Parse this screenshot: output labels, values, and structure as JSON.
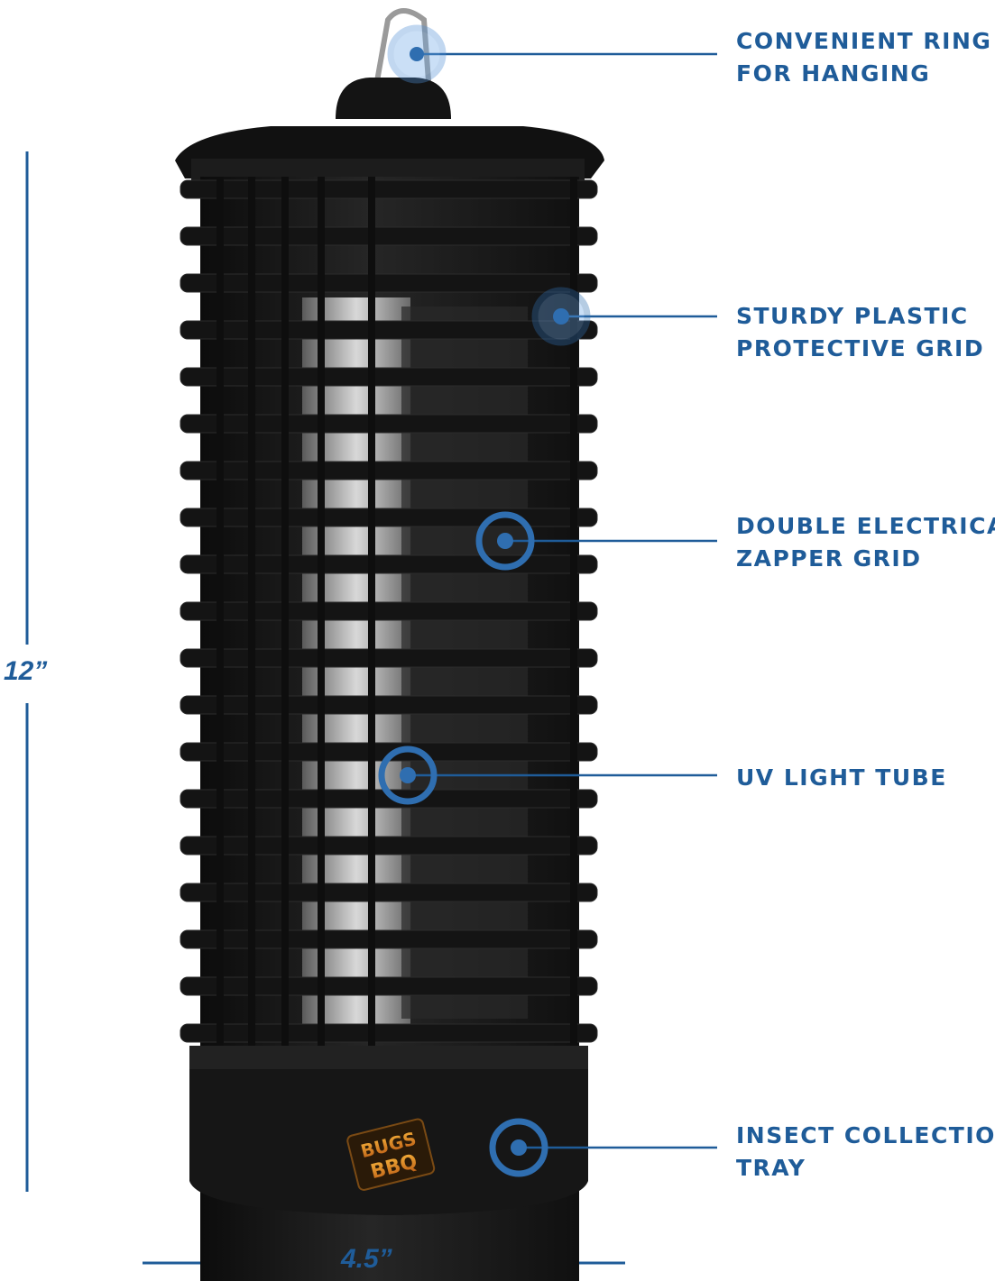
{
  "dimensions": {
    "height_label": "12”",
    "width_label": "4.5”"
  },
  "callouts": [
    {
      "line1": "CONVENIENT RING",
      "line2": "FOR HANGING"
    },
    {
      "line1": "STURDY PLASTIC",
      "line2": "PROTECTIVE GRID"
    },
    {
      "line1": "DOUBLE ELECTRICAL",
      "line2": "ZAPPER GRID"
    },
    {
      "line1": "UV LIGHT TUBE",
      "line2": ""
    },
    {
      "line1": "INSECT COLLECTION",
      "line2": "TRAY"
    }
  ],
  "logo": {
    "text_top": "BUGS",
    "text_bottom": "BBQ"
  },
  "colors": {
    "accent": "#1f5c99",
    "marker": "#2f6eb0",
    "body": "#1a1a1a"
  }
}
